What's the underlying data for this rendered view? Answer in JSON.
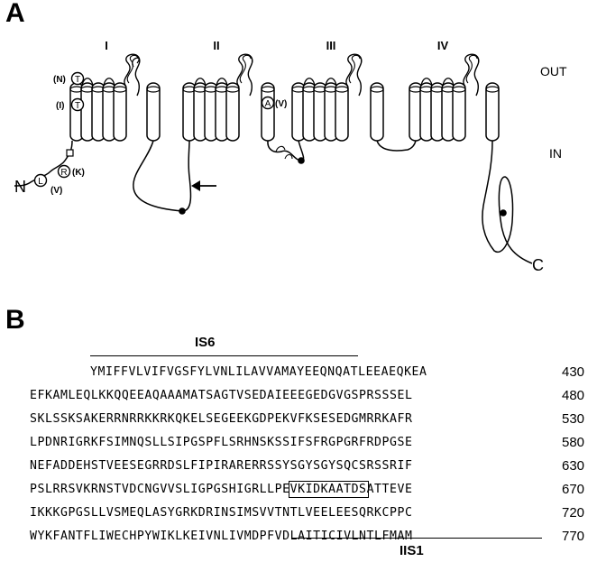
{
  "panel_a": {
    "label": "A",
    "domains": [
      "I",
      "II",
      "III",
      "IV"
    ],
    "side_out": "OUT",
    "side_in": "IN",
    "n_terminus": "N",
    "c_terminus": "C",
    "residue_marks": [
      {
        "residue": "T",
        "variant": "(N)"
      },
      {
        "residue": "T",
        "variant": "(I)"
      },
      {
        "residue": "A",
        "variant": "(V)"
      },
      {
        "residue": "R",
        "variant": "(K)"
      },
      {
        "residue": "L",
        "variant": "(V)"
      }
    ]
  },
  "panel_b": {
    "label": "B",
    "top_segment": "IS6",
    "bottom_segment": "IIS1",
    "lines": [
      {
        "seq": "YMIFFVLVIFVGSFYLVNLILAVVAMAYEEQNQATLEEAEQKEA",
        "num": "430"
      },
      {
        "seq": "EFKAMLEQLKKQQEEAQAAAMATSAGTVSEDAIEEEGEDGVGSPRSSSEL",
        "num": "480"
      },
      {
        "seq": "SKLSSKSAKERRNRRKKRKQKELSEGEEKGDPEKVFKSESEDGMRRKAFR",
        "num": "530"
      },
      {
        "seq": "LPDNRIGRKFSIMNQSLLSIPGSPFLSRHNSKSSIFSFRGPGRFRDPGSE",
        "num": "580"
      },
      {
        "seq": "NEFADDEHSTVEESEGRRDSLFIPIRARERRSSYSGYSGYSQCSRSSRIF",
        "num": "630"
      },
      {
        "seq_pre": "PSLRRSVKRNSTVDCNGVVSLIGPGSHIGRLLPE",
        "seq_box": "VKIDKAATDS",
        "seq_post": "ATTEVE",
        "num": "670"
      },
      {
        "seq": "IKKKGPGSLLVSMEQLASYGRKDRINSIMSVVTNTLVEELEESQRKCPPC",
        "num": "720"
      },
      {
        "seq": "WYKFANTFLIWECHPYWIKLKEIVNLIVMDPFVDLAITICIVLNTLFMAM",
        "num": "770"
      }
    ]
  }
}
